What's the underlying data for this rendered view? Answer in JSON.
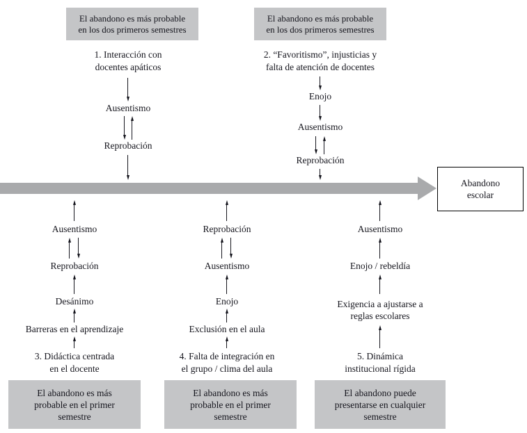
{
  "colors": {
    "box-gray": "#c4c5c7",
    "bar-gray": "#a9aaac",
    "ink": "#15151d",
    "bg": "#ffffff",
    "outcome-border": "#000000"
  },
  "outcome": {
    "lines": [
      "Abandono",
      "escolar"
    ]
  },
  "paths": {
    "p1": {
      "header": [
        "El abandono es más probable",
        "en los dos primeros semestres"
      ],
      "label": [
        "1. Interacción con",
        "docentes apáticos"
      ],
      "steps": {
        "s1": "Ausentismo",
        "s2": "Reprobación"
      }
    },
    "p2": {
      "header": [
        "El abandono es más probable",
        "en los dos primeros semestres"
      ],
      "label": [
        "2. “Favoritismo”, injusticias y",
        "falta de atención de docentes"
      ],
      "steps": {
        "s1": "Enojo",
        "s2": "Ausentismo",
        "s3": "Reprobación"
      }
    },
    "p3": {
      "label": [
        "3. Didáctica centrada",
        "en el docente"
      ],
      "steps": {
        "s1": "Ausentismo",
        "s2": "Reprobación",
        "s3": "Desánimo",
        "s4": "Barreras en el aprendizaje"
      },
      "footer": [
        "El abandono es más",
        "probable en el primer",
        "semestre"
      ]
    },
    "p4": {
      "label": [
        "4. Falta de integración en",
        "el grupo / clima del aula"
      ],
      "steps": {
        "s1": "Reprobación",
        "s2": "Ausentismo",
        "s3": "Enojo",
        "s4": "Exclusión en el aula"
      },
      "footer": [
        "El abandono es más",
        "probable en el primer",
        "semestre"
      ]
    },
    "p5": {
      "label": [
        "5. Dinámica",
        "institucional rígida"
      ],
      "steps": {
        "s1": "Ausentismo",
        "s2": "Enojo / rebeldía",
        "s3": [
          "Exigencia a ajustarse a",
          "reglas escolares"
        ]
      },
      "footer": [
        "El abandono puede",
        "presentarse en cualquier",
        "semestre"
      ]
    }
  }
}
